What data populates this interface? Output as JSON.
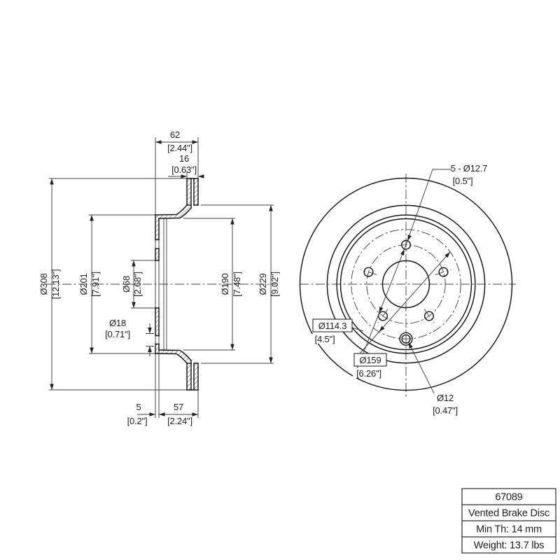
{
  "drawing": {
    "title_block": {
      "part_number": "67089",
      "product_name": "Vented Brake Disc",
      "min_thickness": "Min Th: 14 mm",
      "weight": "Weight: 13.7 lbs"
    },
    "section_view": {
      "dim_overall_width": {
        "mm": "62",
        "in": "[2.44\"]"
      },
      "dim_disc_thickness": {
        "mm": "16",
        "in": "[0.63\"]"
      },
      "dim_outer_diameter": {
        "mm": "Ø308",
        "in": "[12.13\"]"
      },
      "dim_hat_outer_diameter": {
        "mm": "Ø201",
        "in": "[7.91\"]"
      },
      "dim_center_bore": {
        "mm": "Ø68",
        "in": "[2.68\"]"
      },
      "dim_screw_hole_chamfer": {
        "mm": "Ø18",
        "in": "[0.71\"]"
      },
      "dim_hat_inner_diameter": {
        "mm": "Ø190",
        "in": "[7.48\"]"
      },
      "dim_friction_inner_diameter": {
        "mm": "Ø229",
        "in": "[9.02\"]"
      },
      "dim_hat_offset": {
        "mm": "5",
        "in": "[0.2\"]"
      },
      "dim_hat_depth": {
        "mm": "57",
        "in": "[2.24\"]"
      }
    },
    "front_view": {
      "callout_lug_holes": {
        "mm": "5 - Ø12.7",
        "in": "[0.5\"]"
      },
      "callout_bolt_circle": {
        "mm": "Ø114.3",
        "in": "[4.5\"]"
      },
      "callout_screw_circle": {
        "mm": "Ø159",
        "in": "[6.26\"]"
      },
      "callout_screw_hole": {
        "mm": "Ø12",
        "in": "[0.47\"]"
      }
    }
  }
}
